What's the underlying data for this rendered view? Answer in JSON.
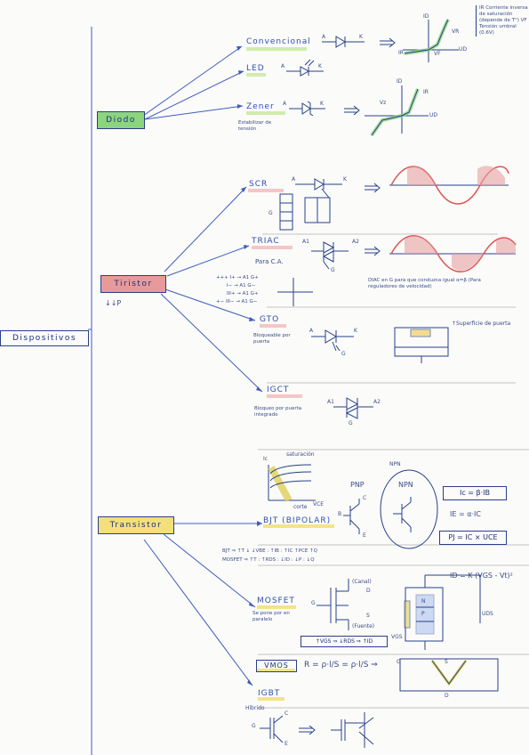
{
  "root": {
    "label": "Dispositivos"
  },
  "categories": {
    "diodo": {
      "label": "Diodo",
      "color": "#8cd47e"
    },
    "tiristor": {
      "label": "Tiristor",
      "color": "#e89a9a",
      "note": "↓↓P"
    },
    "transistor": {
      "label": "Transistor",
      "color": "#f3e07a"
    }
  },
  "diodo": {
    "convencional": {
      "label": "Convencional",
      "a": "A",
      "k": "K",
      "id": "ID",
      "ud": "UD",
      "vr": "VR",
      "vf": "VF",
      "ir": "IR"
    },
    "led": {
      "label": "LED",
      "a": "A",
      "k": "K"
    },
    "zener": {
      "label": "Zener",
      "sub": "Estabilizar de tensión",
      "a": "A",
      "k": "K",
      "vz": "Vz",
      "id": "ID",
      "ud": "UD",
      "ir": "IR"
    },
    "side_note": "IR Corriente inversa de saturación (depende de T°) VF Tensión umbral (0.6V)"
  },
  "tiristor": {
    "scr": {
      "label": "SCR",
      "a": "A",
      "k": "K",
      "g": "G"
    },
    "triac": {
      "label": "TRIAC",
      "sub": "Para C.A.",
      "a1": "A1",
      "a2": "A2",
      "g": "G"
    },
    "diac_note": "DIAC en G para que conduzca igual α=β (Para reguladores de velocidad)",
    "quadrants": [
      "+++ I+ → A1 G+",
      "I− → A1 G−",
      "III+ → A1 G+",
      "+− III− → A1 G−"
    ],
    "gto": {
      "label": "GTO",
      "sub": "Bloqueable por puerta",
      "a": "A",
      "k": "K",
      "g": "G",
      "note": "↑Superficie de puerta"
    },
    "igct": {
      "label": "IGCT",
      "sub": "Bloqueo por puerta integrado",
      "a1": "A1",
      "a2": "A2",
      "g": "G"
    }
  },
  "transistor": {
    "graph": {
      "ic": "Ic",
      "vce": "VCE",
      "sat": "saturación",
      "corte": "corte"
    },
    "bjt": {
      "label": "BJT (BIPOLAR)",
      "pnp": "PNP",
      "npn": "NPN",
      "b": "B",
      "c": "C",
      "e": "E",
      "pnp_label": "PNP",
      "npn_label": "NPN"
    },
    "formulas": [
      "Ic = β·IB",
      "IE = α·IC",
      "PJ = IC × UCE"
    ],
    "bjt_line": "BJT ⇒ ↑T ↓ ↓VBE : ↑IB : ↑IC ↑PCE ↑Q",
    "mosfet_line": "MOSFET ⇒ ↑T : ↑RDS : ↓ID : ↓P : ↓Q",
    "mosfet": {
      "label": "MOSFET",
      "sub": "Se pone por en paralelo",
      "g": "G",
      "d": "D",
      "s": "S",
      "canal": "(Canal)",
      "fuente": "(Fuente)",
      "note": "↑VGS ⇒ ↓RDS ⇒ ↑ID",
      "eq": "ID = K (VGS - Vt)²",
      "n": "N",
      "p": "P",
      "vgs": "VGS",
      "vds": "UDS"
    },
    "vmos": {
      "label": "VMOS",
      "eq": "R = ρ·l/S = ρ·l/S ⇒",
      "g": "G",
      "s": "S",
      "d": "D"
    },
    "igbt": {
      "label": "IGBT",
      "sub": "Híbrido",
      "g": "G",
      "c": "C",
      "e": "E"
    }
  }
}
